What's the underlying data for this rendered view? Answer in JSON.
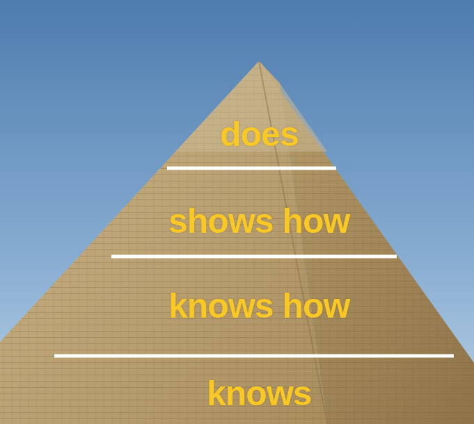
{
  "diagram": {
    "nodes": [
      {
        "text": [
          "does"
        ]
      },
      {
        "text": [
          "shows how"
        ]
      },
      {
        "text": [
          "knows how"
        ]
      },
      {
        "text": [
          "knows"
        ]
      }
    ]
  }
}
